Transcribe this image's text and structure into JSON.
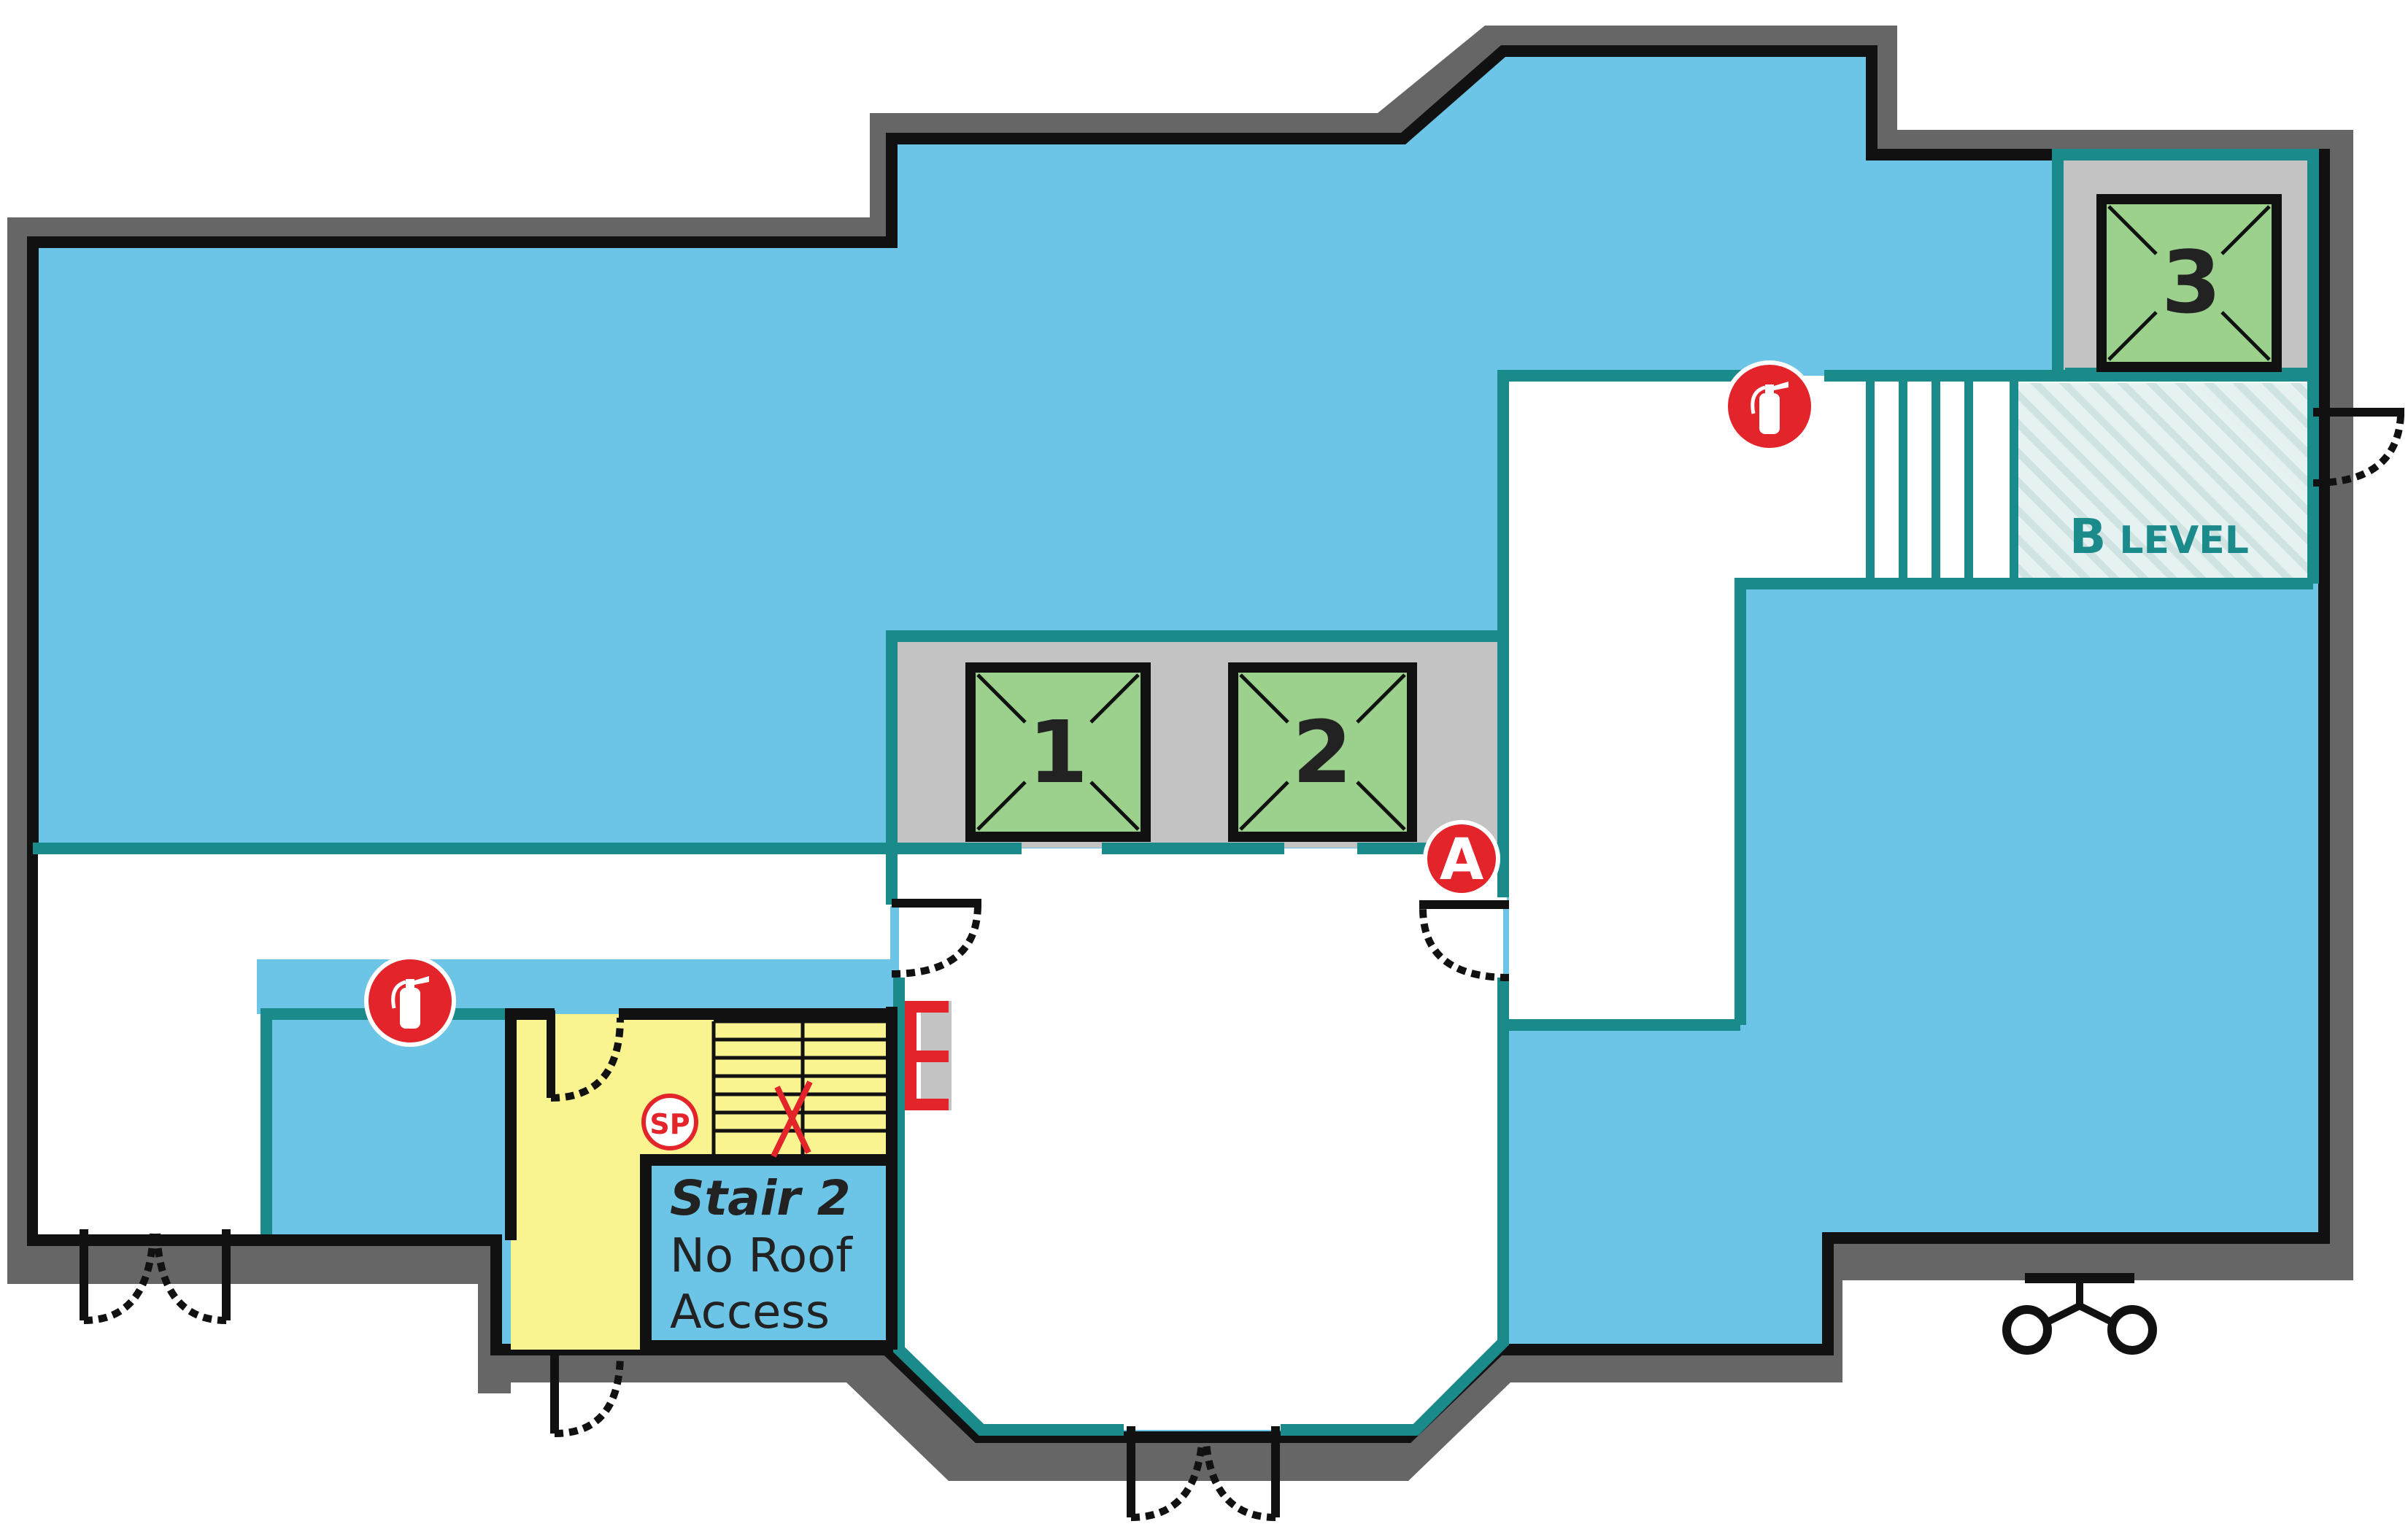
{
  "colors": {
    "outer_wall": "#666666",
    "inner_wall": "#111111",
    "room_blue": "#6cc5e6",
    "corridor": "#ffffff",
    "teal_wall": "#1a8a8a",
    "elevator_bay": "#c3c3c3",
    "elevator_car": "#9bd18c",
    "stair_yellow": "#f9f48f",
    "alert_red": "#e3242b",
    "hatch": "#d9ecec"
  },
  "elevators": [
    {
      "label": "1"
    },
    {
      "label": "2"
    },
    {
      "label": "3"
    }
  ],
  "markers": {
    "alarm_label": "A",
    "standpipe_label": "SP",
    "electrical_label": "E"
  },
  "stair": {
    "title": "Stair 2",
    "line1": "No Roof",
    "line2": "Access"
  },
  "b_level": {
    "b": "B",
    "word": "LEVEL"
  },
  "icons": {
    "extinguisher": "fire-extinguisher-icon",
    "door": "door-swing-icon",
    "shutoff": "valve-shutoff-icon"
  }
}
